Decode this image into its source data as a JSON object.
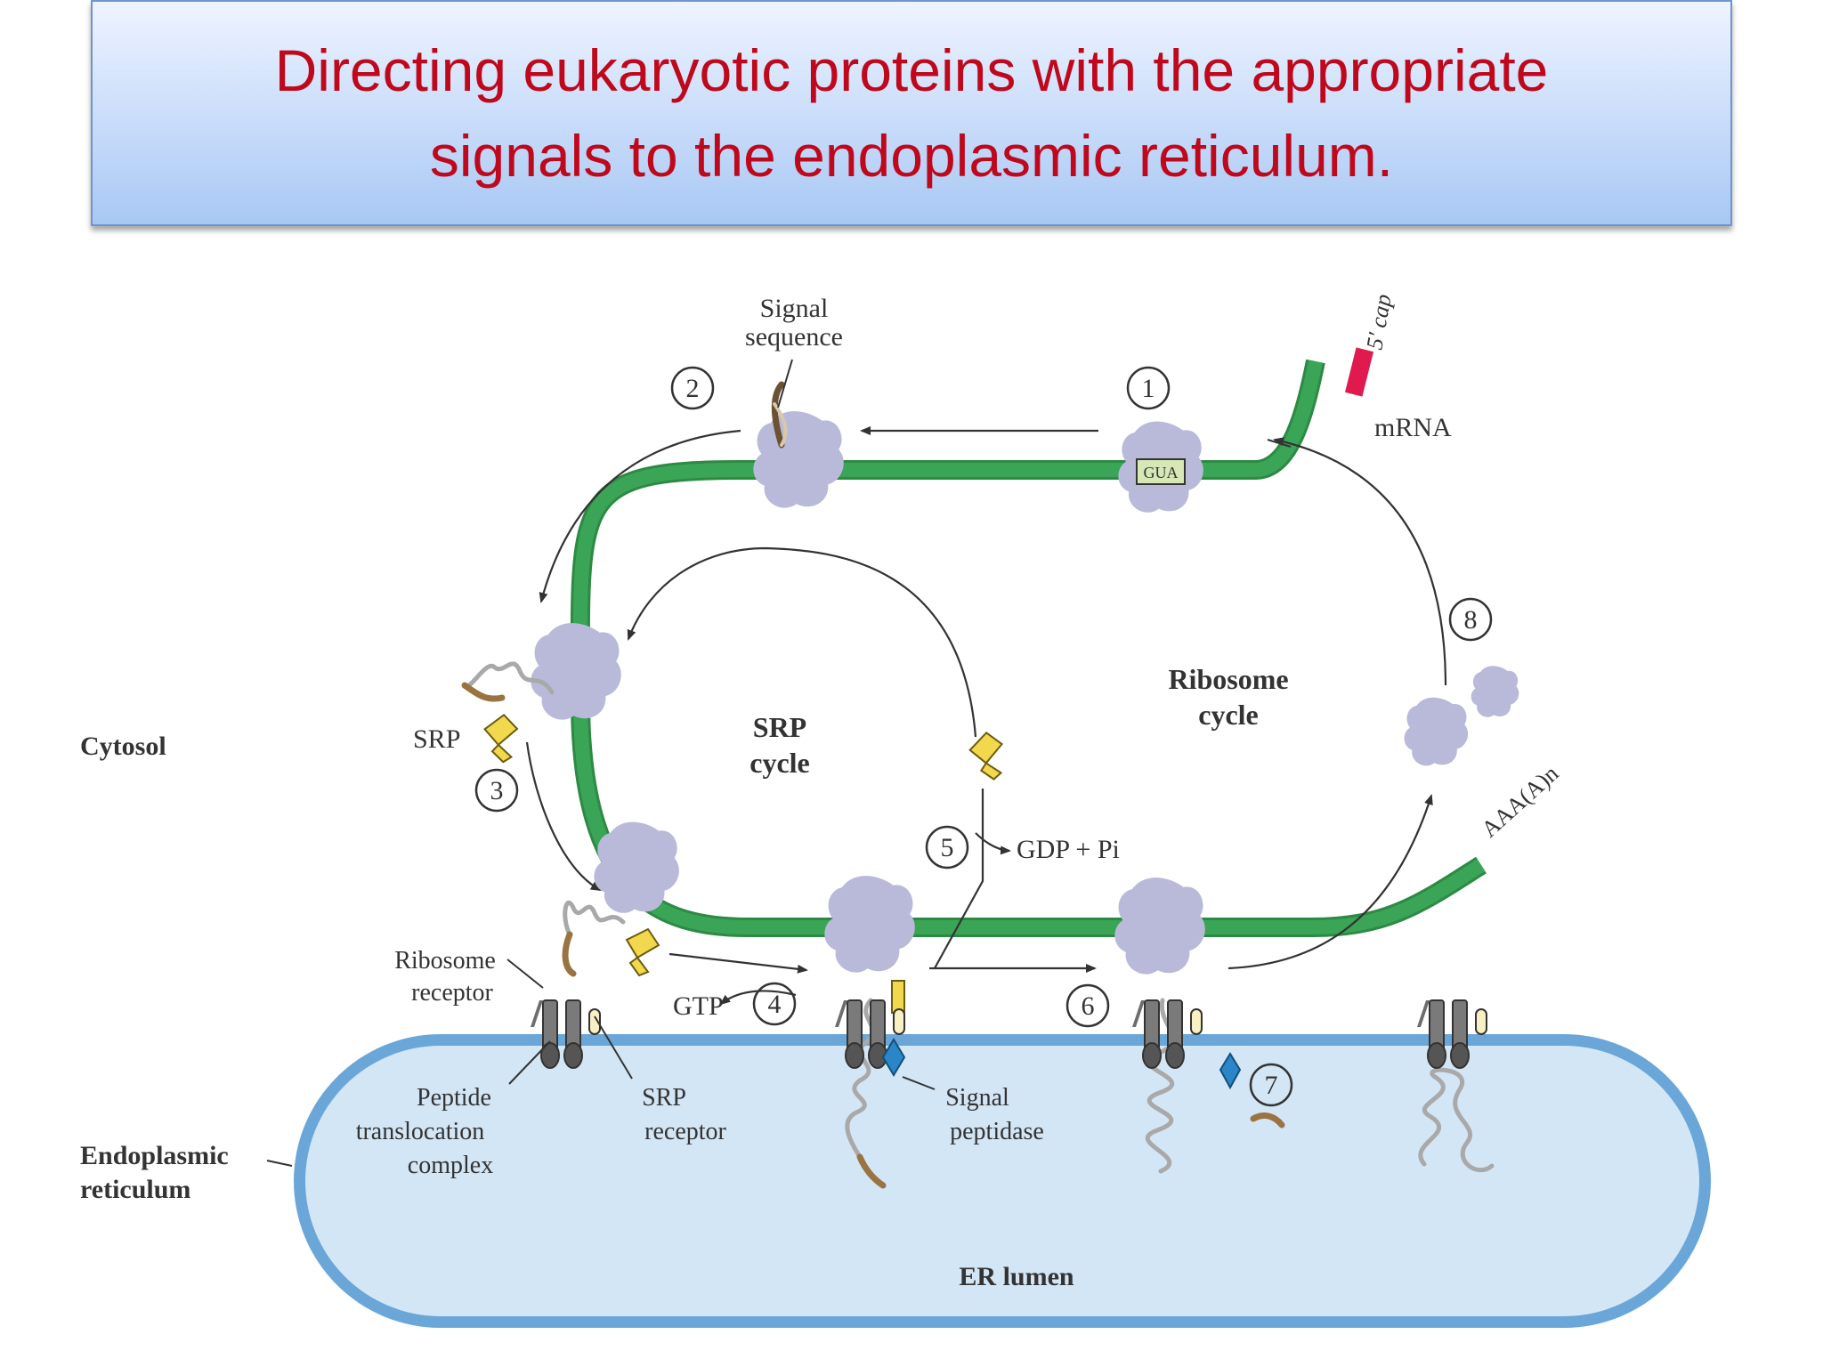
{
  "slide": {
    "title_line1": "Directing eukaryotic proteins with the appropriate",
    "title_line2": "signals to the endoplasmic reticulum."
  },
  "diagram": {
    "labels": {
      "signal_sequence_1": "Signal",
      "signal_sequence_2": "sequence",
      "mrna": "mRNA",
      "five_cap": "5′ cap",
      "codon": "GUA",
      "cytosol": "Cytosol",
      "srp": "SRP",
      "srp_cycle_1": "SRP",
      "srp_cycle_2": "cycle",
      "ribosome_cycle_1": "Ribosome",
      "ribosome_cycle_2": "cycle",
      "polya": "AAA(A)n",
      "gdp": "GDP + Pi",
      "gtp": "GTP",
      "ribosome_receptor_1": "Ribosome",
      "ribosome_receptor_2": "receptor",
      "peptide_1": "Peptide",
      "peptide_2": "translocation",
      "peptide_3": "complex",
      "srp_receptor_1": "SRP",
      "srp_receptor_2": "receptor",
      "signal_peptidase_1": "Signal",
      "signal_peptidase_2": "peptidase",
      "er_1": "Endoplasmic",
      "er_2": "reticulum",
      "er_lumen": "ER lumen"
    },
    "steps": [
      "1",
      "2",
      "3",
      "4",
      "5",
      "6",
      "7",
      "8"
    ],
    "colors": {
      "mrna": "#3aa556",
      "ribosome": "#b9bad9",
      "srp": "#f2d84c",
      "er_fill": "#d3e6f5",
      "er_border": "#6aa6d8",
      "cap": "#e0194f",
      "peptidase": "#2a86c8"
    }
  }
}
